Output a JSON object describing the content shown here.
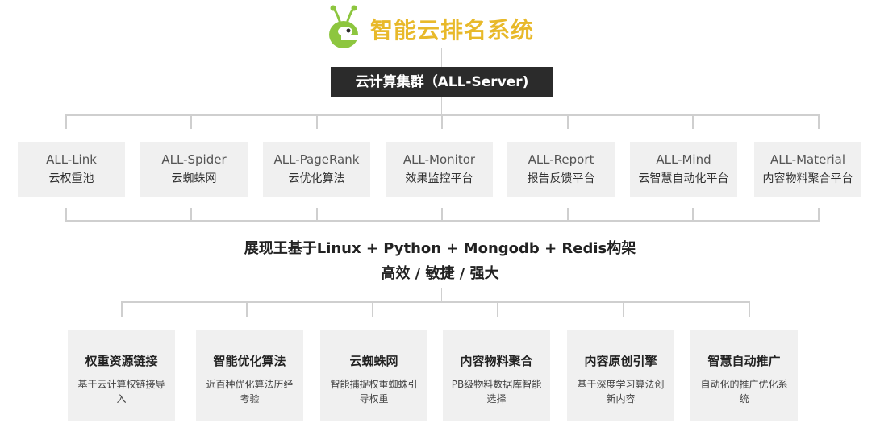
{
  "header": {
    "logo_icon": "ant-e-logo-icon",
    "title": "智能云排名系统",
    "server_label": "云计算集群（ALL-Server)"
  },
  "modules": [
    {
      "en": "ALL-Link",
      "zh": "云权重池"
    },
    {
      "en": "ALL-Spider",
      "zh": "云蜘蛛网"
    },
    {
      "en": "ALL-PageRank",
      "zh": "云优化算法"
    },
    {
      "en": "ALL-Monitor",
      "zh": "效果监控平台"
    },
    {
      "en": "ALL-Report",
      "zh": "报告反馈平台"
    },
    {
      "en": "ALL-Mind",
      "zh": "云智慧自动化平台"
    },
    {
      "en": "ALL-Material",
      "zh": "内容物料聚合平台"
    }
  ],
  "middle": {
    "line1": "展现王基于Linux +  Python + Mongodb + Redis构架",
    "line2": "高效 / 敏捷 / 强大"
  },
  "features": [
    {
      "title": "权重资源链接",
      "desc": "基于云计算权链接导入"
    },
    {
      "title": "智能优化算法",
      "desc": "近百种优化算法历经考验"
    },
    {
      "title": "云蜘蛛网",
      "desc": "智能捕捉权重蜘蛛引导权重"
    },
    {
      "title": "内容物料聚合",
      "desc": "PB级物料数据库智能选择"
    },
    {
      "title": "内容原创引擎",
      "desc": "基于深度学习算法创新内容"
    },
    {
      "title": "智慧自动推广",
      "desc": "自动化的推广优化系统"
    }
  ],
  "colors": {
    "accent": "#e8b92a",
    "logo_green": "#8dc63f",
    "server_bg": "#2b2b2b",
    "box_bg": "#f0f0f0",
    "line": "#cfcfcf"
  }
}
